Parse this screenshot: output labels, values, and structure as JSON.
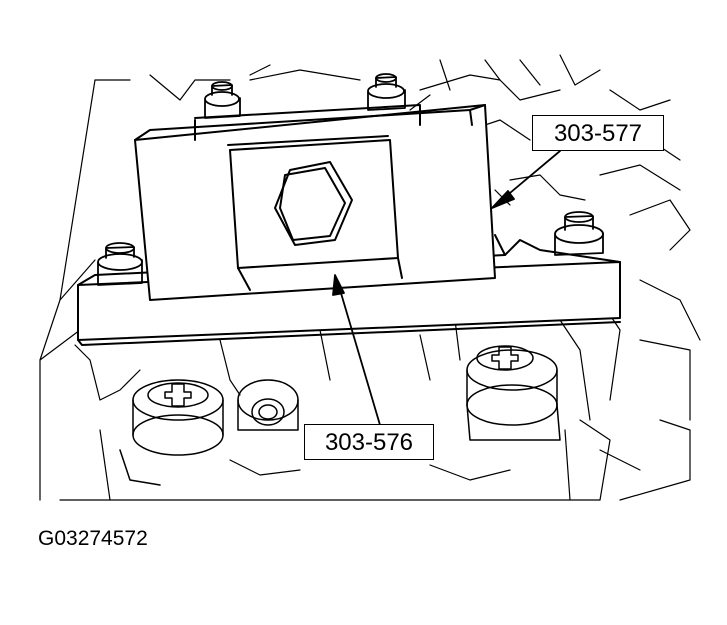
{
  "callouts": {
    "tool_a": "303-577",
    "tool_b": "303-576"
  },
  "figure_id": "G03274572",
  "colors": {
    "line": "#000000",
    "background": "#ffffff"
  }
}
